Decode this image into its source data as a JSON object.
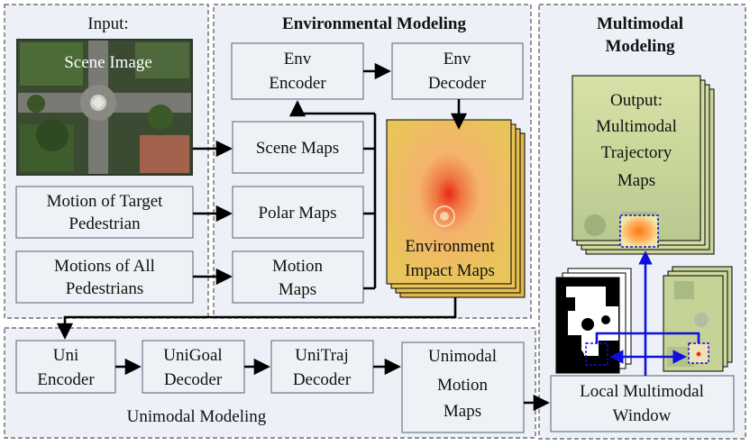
{
  "regions": {
    "input_title": "Input:",
    "env_title": "Environmental Modeling",
    "multi_title": [
      "Multimodal",
      "Modeling"
    ],
    "uni_title": "Unimodal Modeling"
  },
  "input": {
    "scene_image": "Scene Image",
    "motion_target": [
      "Motion of Target",
      "Pedestrian"
    ],
    "motion_all": [
      "Motions of All",
      "Pedestrians"
    ]
  },
  "env": {
    "env_encoder": [
      "Env",
      "Encoder"
    ],
    "env_decoder": [
      "Env",
      "Decoder"
    ],
    "scene_maps": "Scene Maps",
    "polar_maps": "Polar Maps",
    "motion_maps": [
      "Motion",
      "Maps"
    ],
    "impact_maps": [
      "Environment",
      "Impact Maps"
    ]
  },
  "uni": {
    "uni_encoder": [
      "Uni",
      "Encoder"
    ],
    "unigoal_decoder": [
      "UniGoal",
      "Decoder"
    ],
    "unitraj_decoder": [
      "UniTraj",
      "Decoder"
    ],
    "unimodal_maps": [
      "Unimodal",
      "Motion",
      "Maps"
    ]
  },
  "multi": {
    "output_maps": [
      "Output:",
      "Multimodal",
      "Trajectory",
      "Maps"
    ],
    "local_window": [
      "Local Multimodal",
      "Window"
    ]
  },
  "colors": {
    "region_fill": "#edf1f7",
    "box_fill": "#eef1f6",
    "arrow": "#000000",
    "highlight_arrow": "#1010dd",
    "heat": "#e83020"
  }
}
